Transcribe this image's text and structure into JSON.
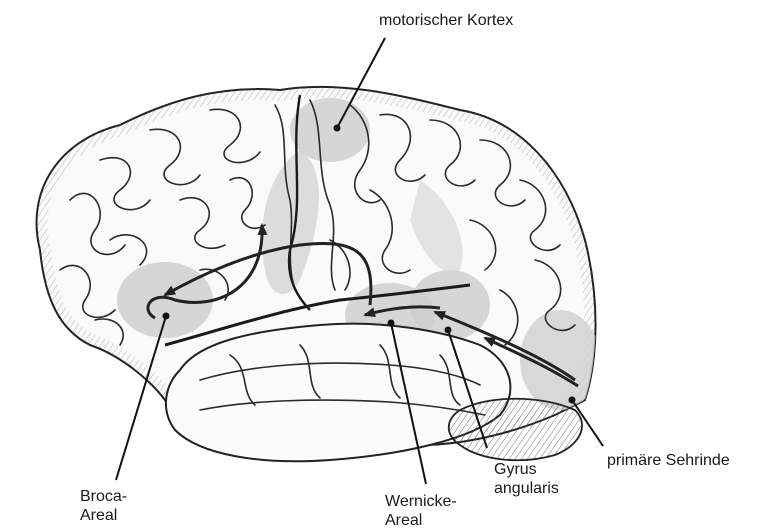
{
  "labels": {
    "motor_cortex": "motorischer Kortex",
    "broca_line1": "Broca-",
    "broca_line2": "Areal",
    "wernicke_line1": "Wernicke-",
    "wernicke_line2": "Areal",
    "gyrus_line1": "Gyrus",
    "gyrus_line2": "angularis",
    "visual_cortex": "primäre Sehrinde"
  },
  "colors": {
    "highlight_region": "#cfcfcf",
    "outline": "#222222",
    "label_text": "#1a1a1a"
  }
}
